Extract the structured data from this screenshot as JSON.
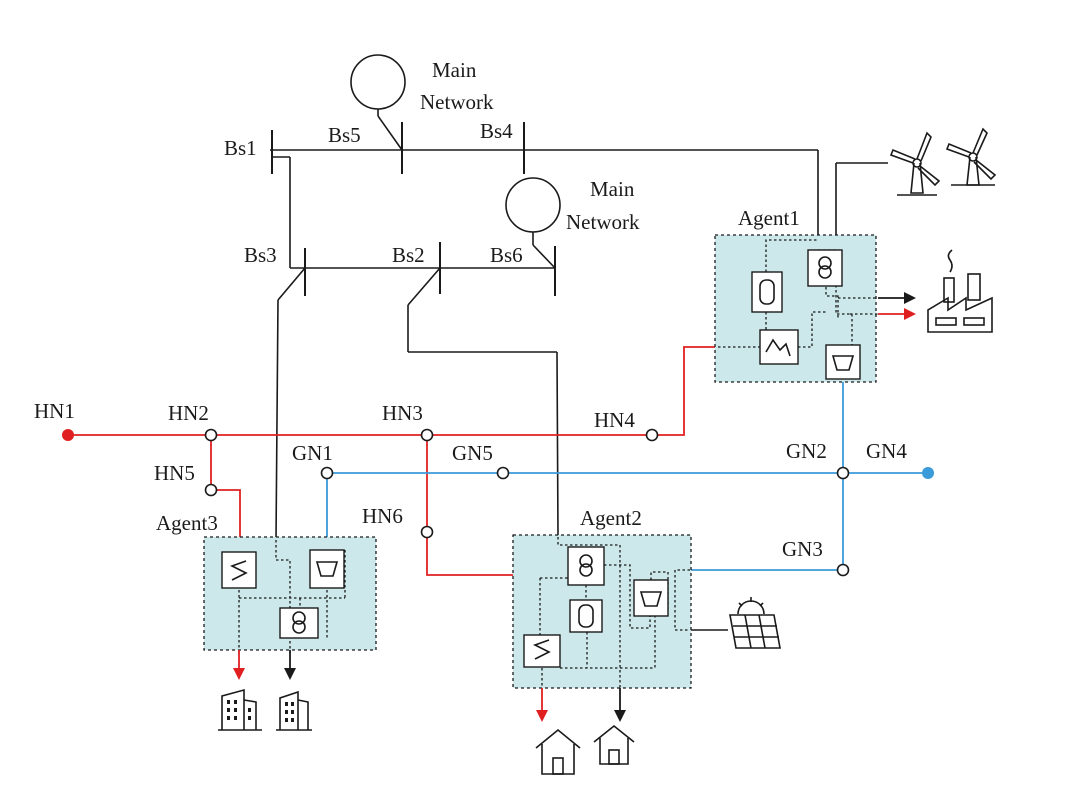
{
  "main_network": {
    "top_line1": "Main",
    "top_line2": "Network",
    "mid_line1": "Main",
    "mid_line2": "Network"
  },
  "electric_buses": {
    "bs1": "Bs1",
    "bs2": "Bs2",
    "bs3": "Bs3",
    "bs4": "Bs4",
    "bs5": "Bs5",
    "bs6": "Bs6"
  },
  "heat_nodes": {
    "hn1": "HN1",
    "hn2": "HN2",
    "hn3": "HN3",
    "hn4": "HN4",
    "hn5": "HN5",
    "hn6": "HN6"
  },
  "gas_nodes": {
    "gn1": "GN1",
    "gn2": "GN2",
    "gn3": "GN3",
    "gn4": "GN4",
    "gn5": "GN5"
  },
  "agents": {
    "agent1": "Agent1",
    "agent2": "Agent2",
    "agent3": "Agent3"
  },
  "colors": {
    "heat": "#e02020",
    "gas": "#3b9ad9",
    "electric": "#1a1a1a",
    "agent_fill": "#cde8ea"
  },
  "icons": [
    "wind-turbine-icon",
    "factory-icon",
    "building-icon",
    "house-icon",
    "solar-panel-icon",
    "transformer-icon",
    "storage-tank-icon",
    "heat-pump-icon",
    "gas-boiler-icon",
    "chp-icon"
  ]
}
